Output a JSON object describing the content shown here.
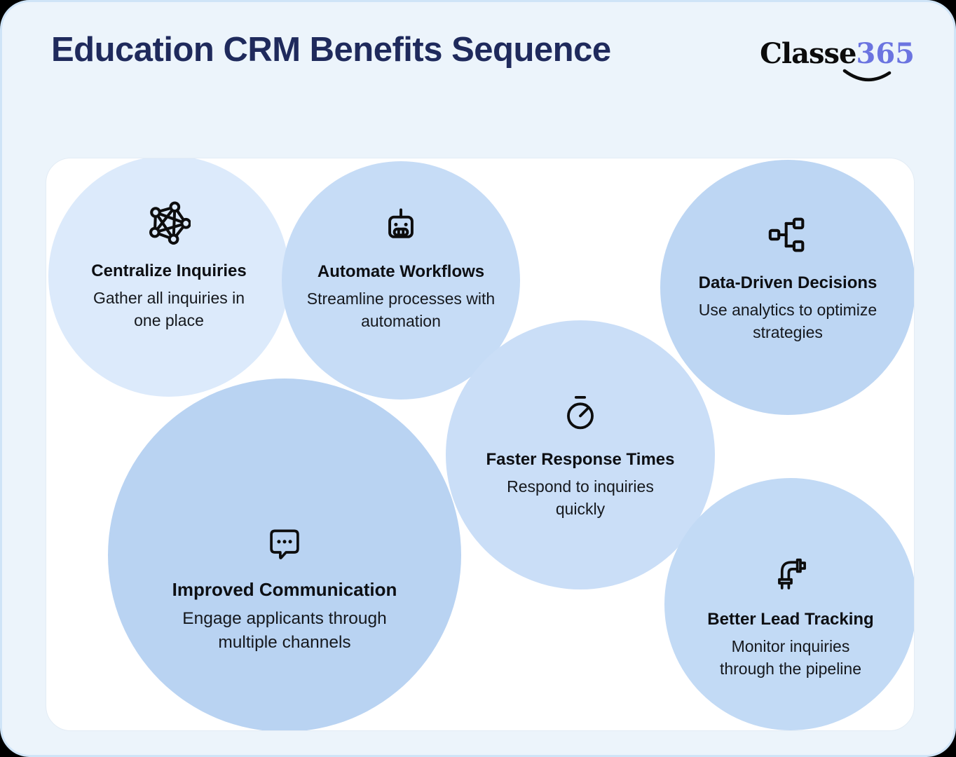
{
  "header": {
    "title": "Education CRM Benefits Sequence",
    "logo": {
      "main": "Classe",
      "number": "365"
    }
  },
  "bubbles": [
    {
      "id": "centralize-inquiries",
      "title": "Centralize Inquiries",
      "description": "Gather all inquiries in one place",
      "icon": "network-graph-icon"
    },
    {
      "id": "automate-workflows",
      "title": "Automate Workflows",
      "description": "Streamline processes with automation",
      "icon": "robot-icon"
    },
    {
      "id": "data-driven-decisions",
      "title": "Data-Driven Decisions",
      "description": "Use analytics to optimize strategies",
      "icon": "tree-structure-icon"
    },
    {
      "id": "faster-response-times",
      "title": "Faster Response Times",
      "description": "Respond to inquiries quickly",
      "icon": "timer-icon"
    },
    {
      "id": "improved-communication",
      "title": "Improved Communication",
      "description": "Engage applicants through multiple channels",
      "icon": "chat-dots-icon"
    },
    {
      "id": "better-lead-tracking",
      "title": "Better Lead Tracking",
      "description": "Monitor inquiries through the pipeline",
      "icon": "pipe-icon"
    }
  ],
  "colors": {
    "page_bg": "#ecf4fb",
    "page_border": "#cfe4f7",
    "panel_bg": "#ffffff",
    "panel_border": "#e3ecf5",
    "heading": "#1f2a5c",
    "text": "#15181d",
    "logo_black": "#0c0c0c",
    "logo_accent": "#6b74e0",
    "bubble_1": "#dceafb",
    "bubble_2": "#c6dcf6",
    "bubble_3": "#bdd6f3",
    "bubble_4": "#cadef7",
    "bubble_5": "#b9d3f2",
    "bubble_6": "#c2daf5"
  }
}
